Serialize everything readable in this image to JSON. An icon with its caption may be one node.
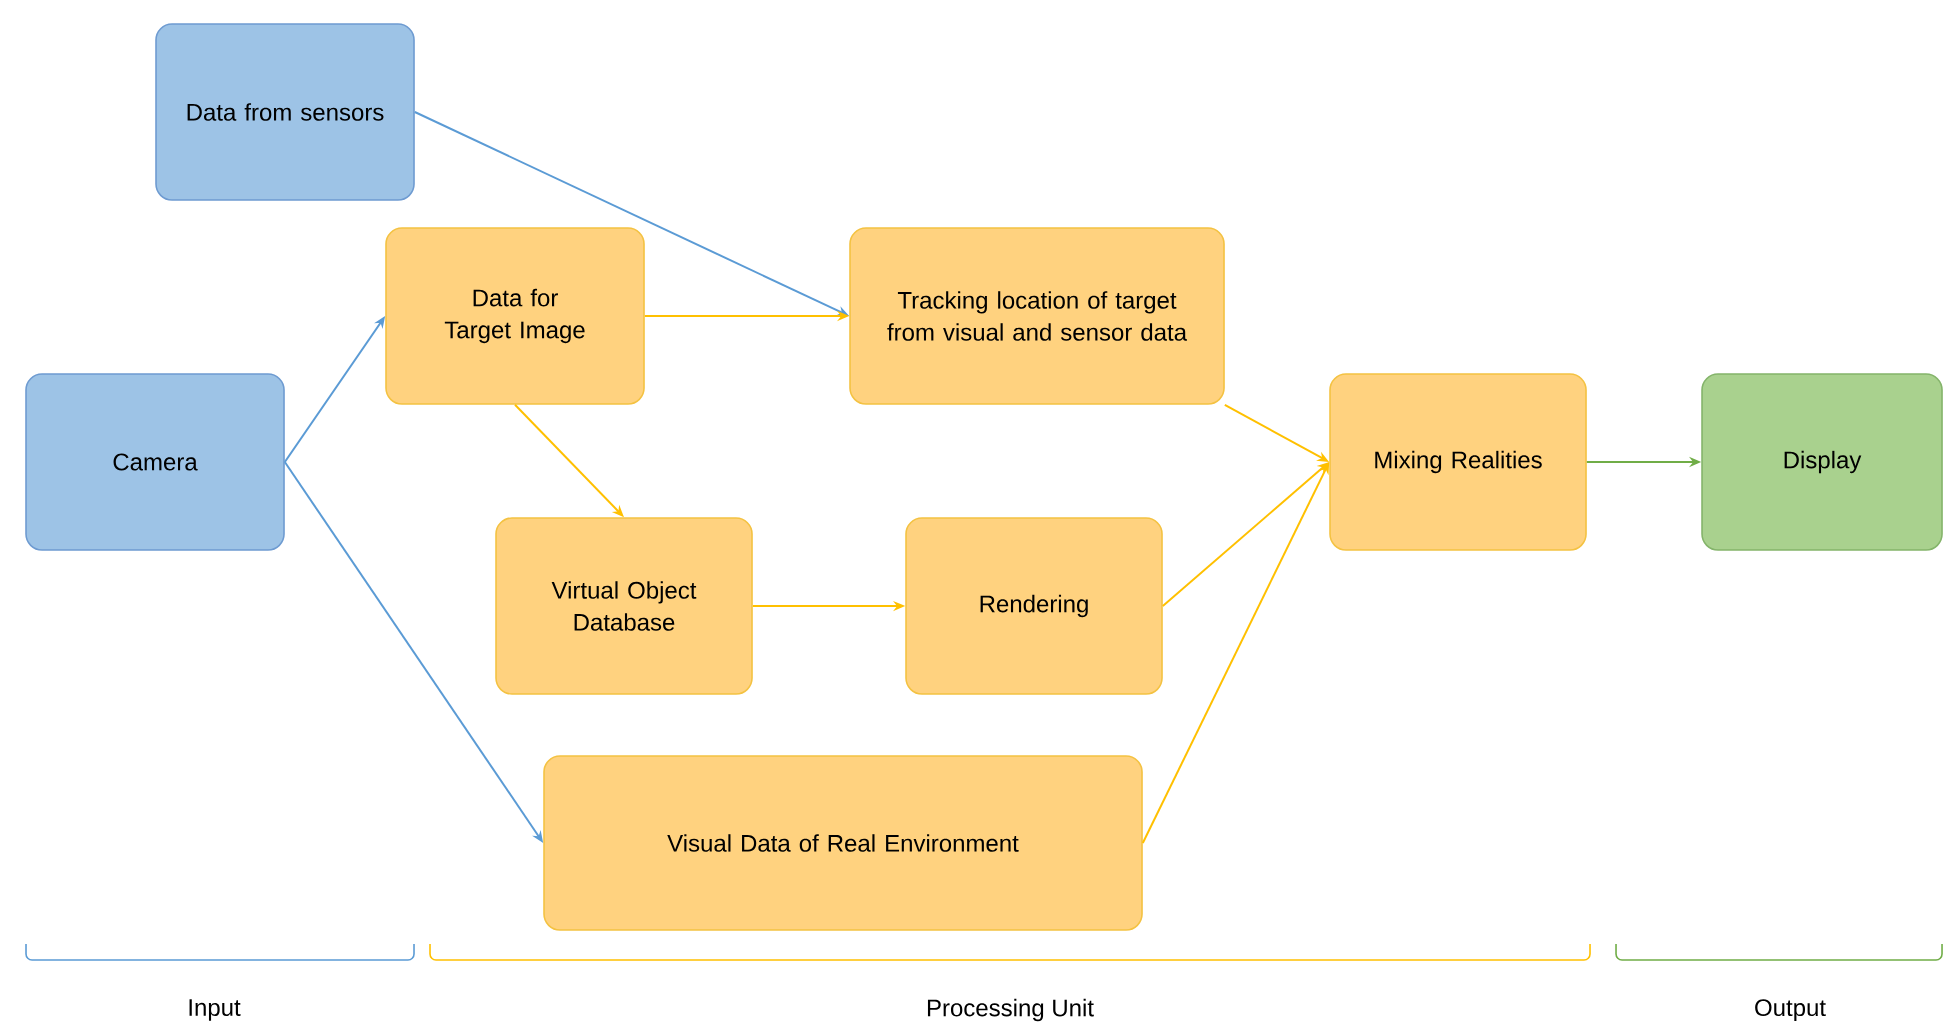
{
  "diagram": {
    "nodes": [
      {
        "text": [
          "Data from sensors"
        ]
      },
      {
        "text": [
          "Camera"
        ]
      },
      {
        "text": [
          "Data for Target Image"
        ]
      },
      {
        "text": [
          "Tracking location of target from visual and sensor data"
        ]
      },
      {
        "text": [
          "Virtual Object Database"
        ]
      },
      {
        "text": [
          "Rendering"
        ]
      },
      {
        "text": [
          "Visual Data of Real Environment"
        ]
      },
      {
        "text": [
          "Mixing Realities"
        ]
      },
      {
        "text": [
          "Display"
        ]
      }
    ],
    "edges": [
      {
        "from": 0,
        "to": 3,
        "arrow": "to",
        "color": "#5b9bd5"
      },
      {
        "from": 1,
        "to": 2,
        "arrow": "to",
        "color": "#5b9bd5"
      },
      {
        "from": 1,
        "to": 6,
        "arrow": "to",
        "color": "#5b9bd5"
      },
      {
        "from": 2,
        "to": 3,
        "arrow": "to"
      },
      {
        "from": 2,
        "to": 4,
        "arrow": "to"
      },
      {
        "from": 4,
        "to": 5,
        "arrow": "to"
      },
      {
        "from": 3,
        "to": 7,
        "arrow": "to"
      },
      {
        "from": 5,
        "to": 7,
        "arrow": "to"
      },
      {
        "from": 6,
        "to": 7,
        "arrow": "to"
      },
      {
        "from": 7,
        "to": 8,
        "arrow": "to",
        "color": "#70ad47"
      }
    ],
    "labels": [
      "Input",
      "Processing Unit",
      "Output"
    ]
  }
}
